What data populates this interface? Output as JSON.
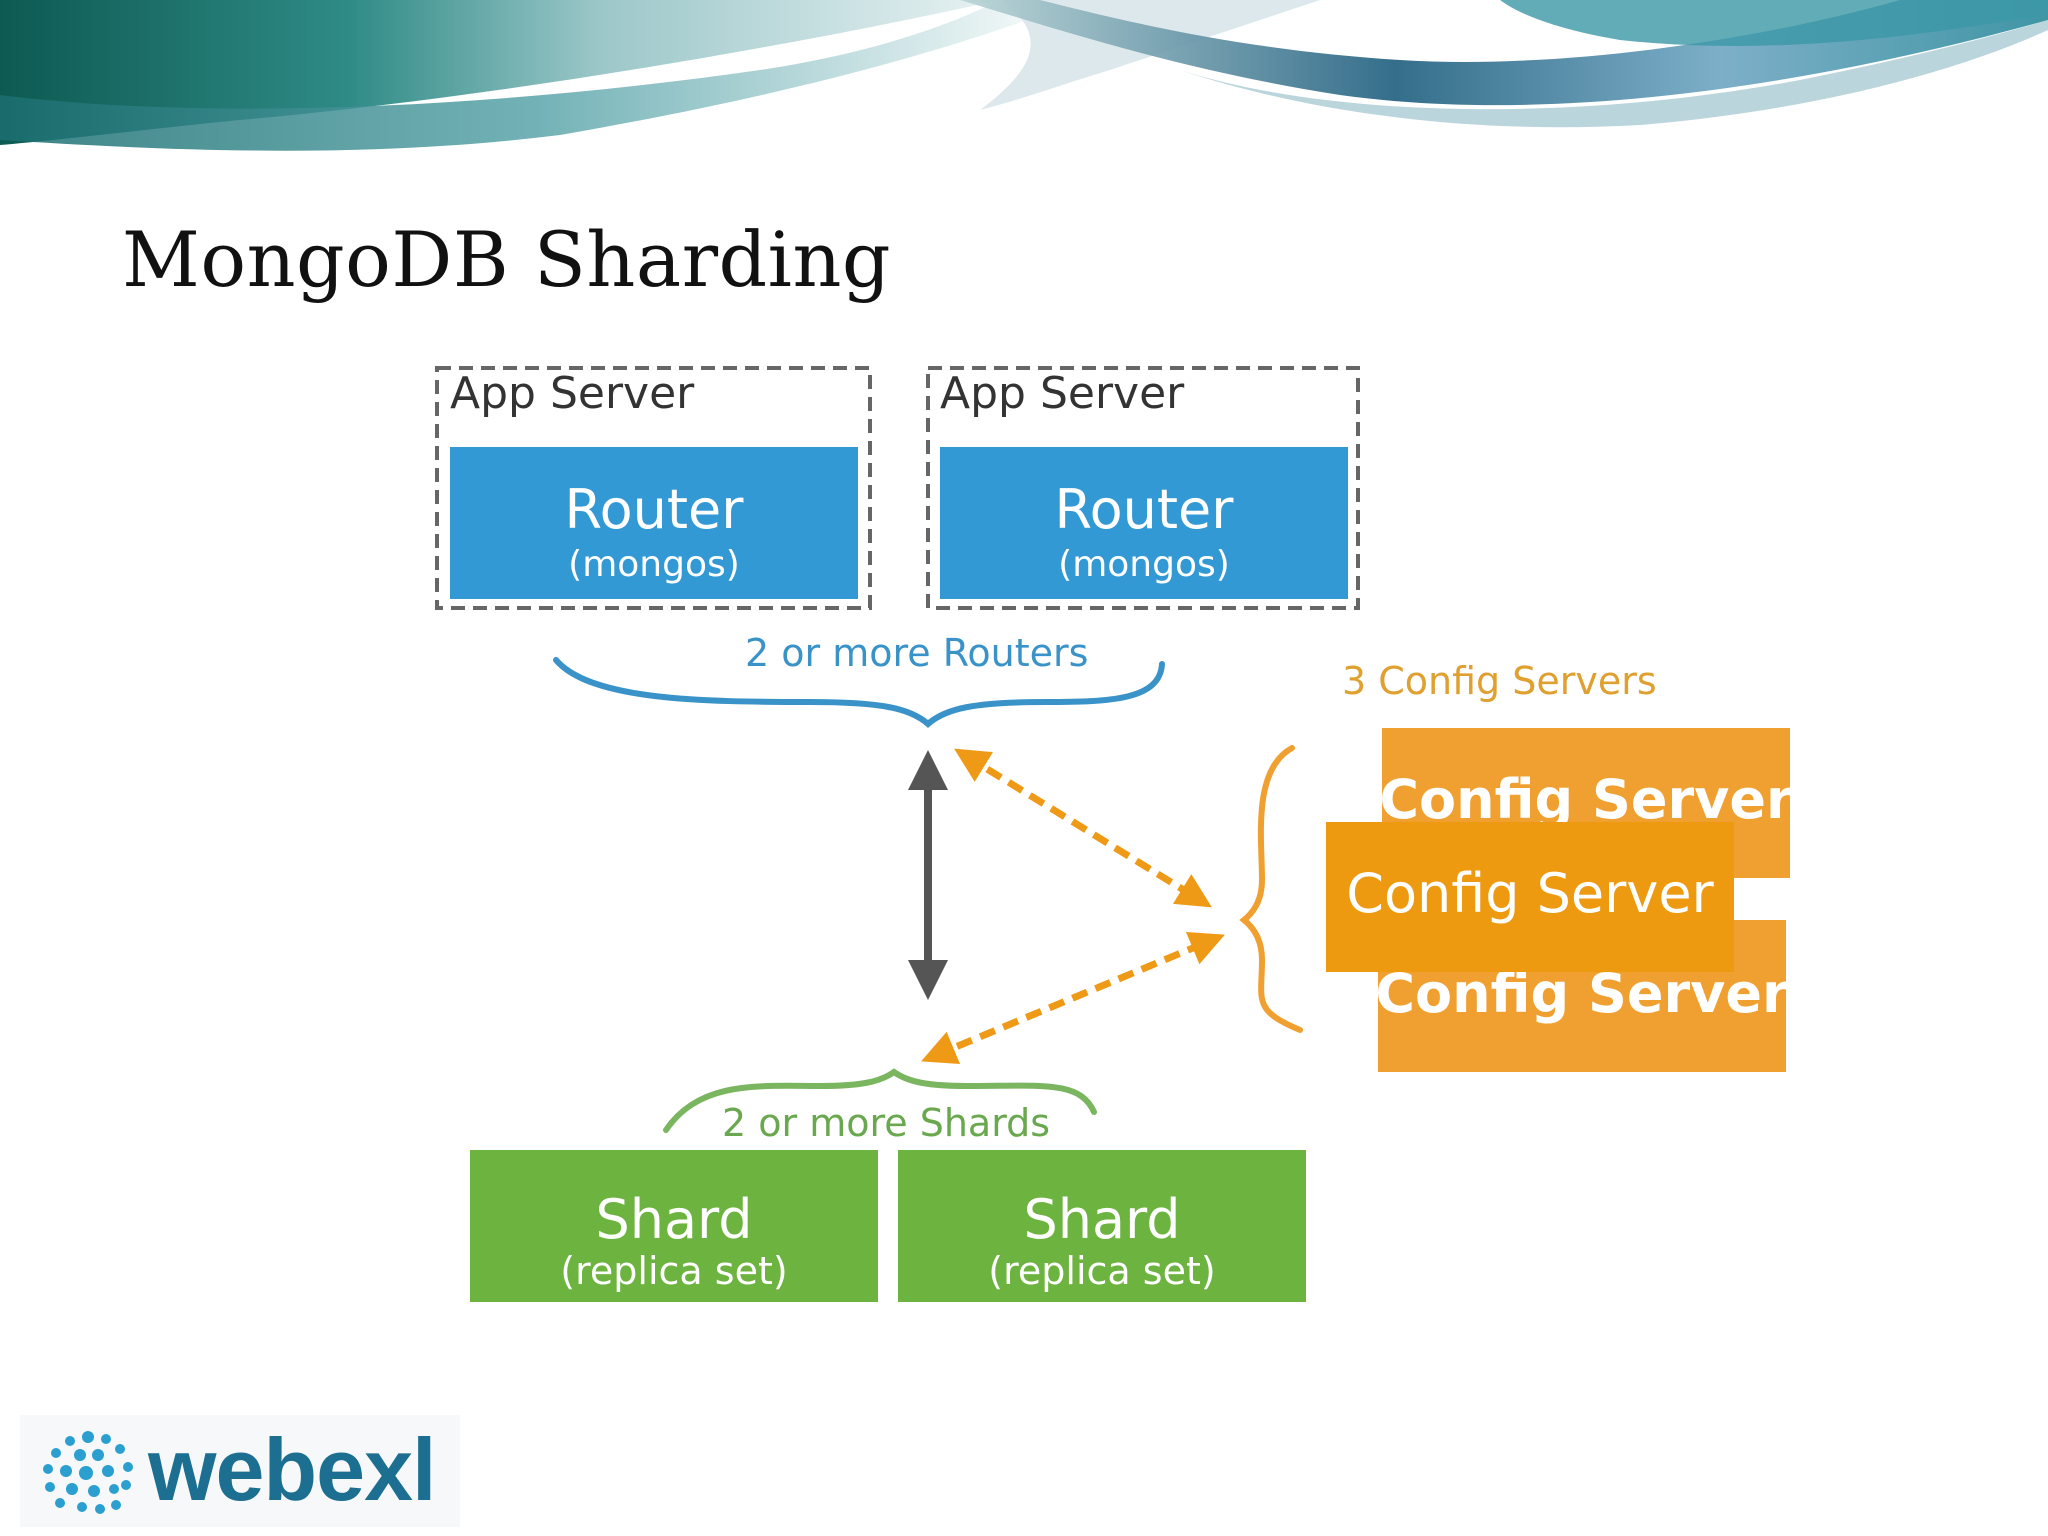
{
  "slide": {
    "title": "MongoDB Sharding"
  },
  "diagram": {
    "app_servers": [
      {
        "label": "App Server",
        "router_title": "Router",
        "router_subtitle": "(mongos)"
      },
      {
        "label": "App Server",
        "router_title": "Router",
        "router_subtitle": "(mongos)"
      }
    ],
    "routers_brace_label": "2 or more Routers",
    "config_servers_label": "3 Config Servers",
    "config_servers": [
      "Config Server",
      "Config Server",
      "Config Server"
    ],
    "shards_brace_label": "2 or more Shards",
    "shards": [
      {
        "title": "Shard",
        "subtitle": "(replica set)"
      },
      {
        "title": "Shard",
        "subtitle": "(replica set)"
      }
    ],
    "colors": {
      "router_blue": "#3399d4",
      "brace_blue": "#3a93c8",
      "config_orange": "#f0a030",
      "config_orange_front": "#ee9a10",
      "config_label": "#e0a030",
      "shard_green": "#6cb33f",
      "brace_green": "#7ab560",
      "arrow_gray": "#555555",
      "arrow_orange": "#ef9a16"
    }
  },
  "logo": {
    "text": "webexl",
    "icon": "globe-dots-icon"
  }
}
